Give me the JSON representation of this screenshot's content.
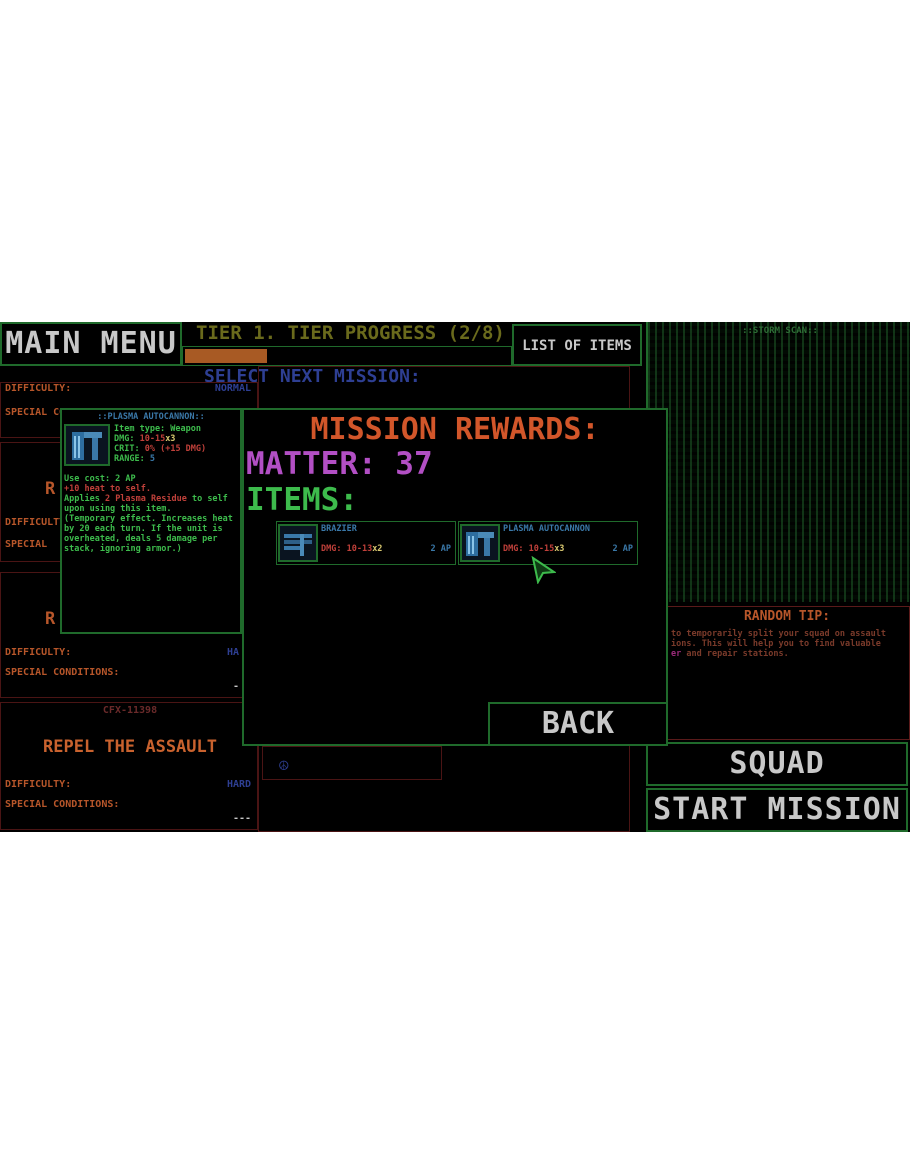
{
  "top": {
    "main_menu": "MAIN MENU",
    "tier_progress": "TIER 1. TIER PROGRESS (2/8)",
    "tier_progress_fraction": 0.25,
    "list_of_items": "LIST OF ITEMS",
    "select_next_mission": "SELECT NEXT MISSION:"
  },
  "missions": [
    {
      "difficulty_label": "DIFFICULTY:",
      "difficulty": "NORMAL",
      "special": "SPECIAL CONDITIONS:"
    },
    {
      "name": "R",
      "difficulty_label": "DIFFICULTY:",
      "special": "SPECIAL"
    },
    {
      "name": "R",
      "difficulty_label": "DIFFICULTY:",
      "difficulty": "HA",
      "special": "SPECIAL CONDITIONS:",
      "special_value": "-"
    },
    {
      "code": "CFX-11398",
      "name": "REPEL THE ASSAULT",
      "difficulty_label": "DIFFICULTY:",
      "difficulty": "HARD",
      "special": "SPECIAL CONDITIONS:",
      "special_value": "---"
    }
  ],
  "tooltip": {
    "title": "::PLASMA AUTOCANNON::",
    "item_type": "Item type: Weapon",
    "dmg_label": "DMG: ",
    "dmg_value": "10-15",
    "dmg_mult": "x3",
    "crit_label": "CRIT: ",
    "crit_value": "0%",
    "crit_bonus": "(+15 DMG)",
    "range_label": "RANGE: ",
    "range_value": "5",
    "use_cost": "Use cost: 2 AP",
    "heat": "+10 heat to self.",
    "applies_pre": "Applies ",
    "applies_highlight": "2 Plasma Residue",
    "applies_post": " to self upon using this item.",
    "description": "(Temporary effect. Increases heat by 20 each turn. If the unit is overheated, deals 5 damage per stack, ignoring armor.)"
  },
  "rewards": {
    "title": "MISSION REWARDS:",
    "matter_label": "MATTER: 37",
    "items_label": "ITEMS:",
    "items": [
      {
        "name": "BRAZIER",
        "dmg_label": "DMG: ",
        "dmg": "10-13",
        "mult": "x2",
        "ap": "2 AP"
      },
      {
        "name": "PLASMA AUTOCANNON",
        "dmg_label": "DMG: ",
        "dmg": "10-15",
        "mult": "x3",
        "ap": "2 AP"
      }
    ],
    "back": "BACK"
  },
  "right": {
    "matrix_title": "::STORM SCAN::",
    "tip_title": "RANDOM TIP:",
    "tip_text_1": "to temporarily split your squad on assault",
    "tip_text_2": "ions. This will help you to find valuable",
    "tip_text_3_pre": "",
    "tip_text_3_highlight": "er",
    "tip_text_3_post": " and repair stations.",
    "squad": "SQUAD",
    "start_mission": "START MISSION"
  },
  "colors": {
    "panel_border": "#1f6a2b",
    "matter": "#b24fc4",
    "items_label": "#3dbb4c",
    "rewards_title": "#d2562a"
  },
  "icons": [
    "weapon-icon",
    "brazier-icon",
    "plasma-autocannon-icon",
    "cursor-arrow-icon",
    "emblem-icon"
  ]
}
